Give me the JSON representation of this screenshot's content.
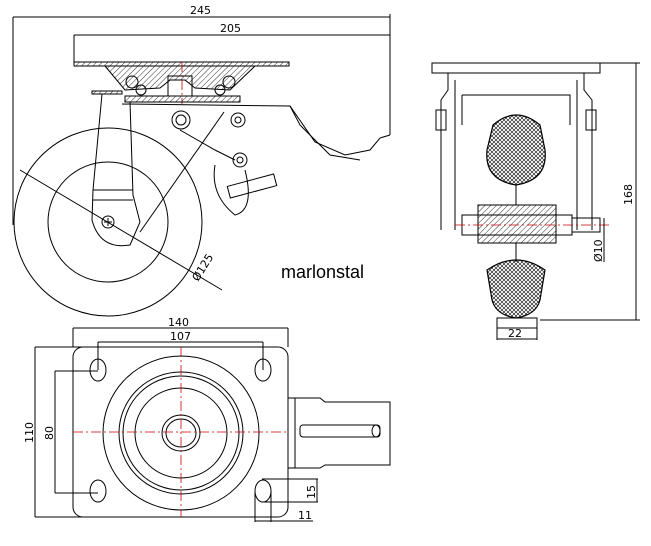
{
  "brand": "marlonstal",
  "side_view": {
    "overall_length": "245",
    "plate_length": "205",
    "wheel_diameter": "Ø125"
  },
  "front_view": {
    "height": "168",
    "axle_diameter": "Ø10",
    "wheel_width": "22"
  },
  "top_view": {
    "plate_length": "140",
    "hole_spacing_x": "107",
    "plate_width": "110",
    "hole_spacing_y": "80",
    "slot_length": "15",
    "slot_width": "11"
  },
  "colors": {
    "line": "#000000",
    "centerline": "#cc0000"
  }
}
